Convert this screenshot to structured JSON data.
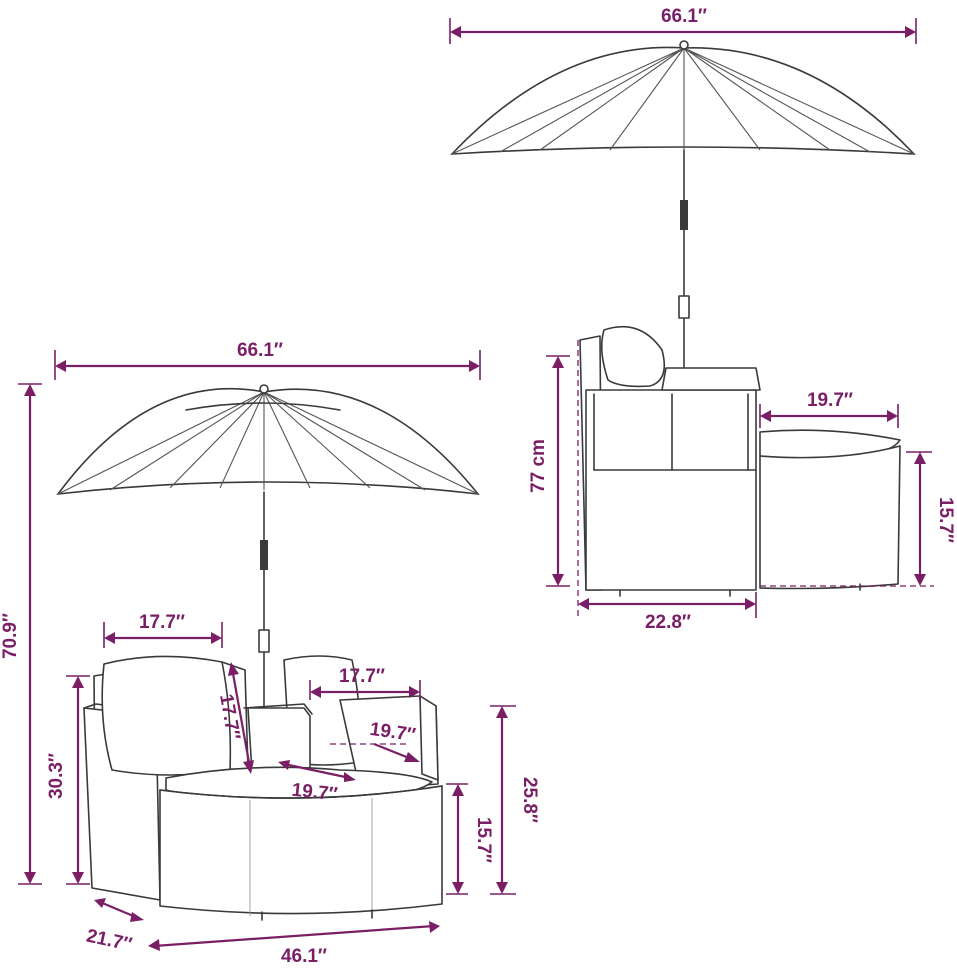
{
  "colors": {
    "dimension": "#7a1f66",
    "ink": "#3a3a3a",
    "background": "#ffffff"
  },
  "views": {
    "front": {
      "umbrella_width": "66.1″",
      "total_height": "70.9″",
      "chair_height": "30.3″",
      "cushion_width": "17.7″",
      "cushion_height": "17.7″",
      "back_cushion_width": "17.7″",
      "side_table_depth": "19.7″",
      "seat_depth": "19.7″",
      "ottoman_height": "15.7″",
      "overall_height": "25.8″",
      "armrest_depth": "21.7″",
      "overall_width": "46.1″"
    },
    "side": {
      "umbrella_width": "66.1″",
      "chair_height": "77 cm",
      "ottoman_depth": "19.7″",
      "ottoman_height": "15.7″",
      "chair_depth": "22.8″"
    }
  }
}
